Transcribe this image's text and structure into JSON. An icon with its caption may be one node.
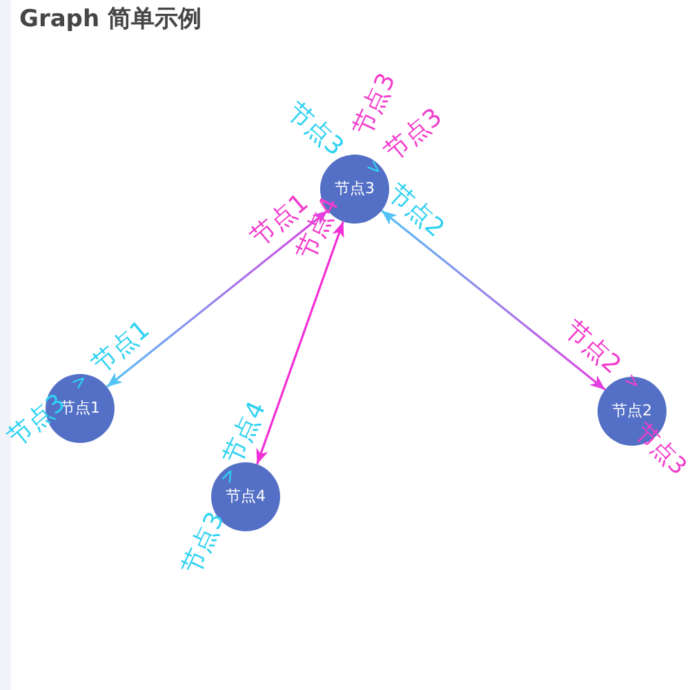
{
  "diagram": {
    "title": "Graph 简单示例",
    "nodes": [
      {
        "text": [
          "节点3"
        ]
      },
      {
        "text": [
          "节点1"
        ]
      },
      {
        "text": [
          "节点2"
        ]
      },
      {
        "text": [
          "节点4"
        ]
      }
    ],
    "edges": [
      {
        "from": 0,
        "to": 1,
        "arrow": "both"
      },
      {
        "from": 0,
        "to": 2,
        "arrow": "both"
      },
      {
        "from": 0,
        "to": 3,
        "arrow": "both",
        "color": "#f22ed6"
      }
    ],
    "labels": [
      "节点3",
      "节点3",
      "节点3",
      ">",
      "节点1",
      "节点4",
      "节点2",
      "节点1",
      "节点2",
      ">",
      ">",
      "节点3",
      "节点4",
      "节点3",
      ">",
      "节点3"
    ]
  }
}
